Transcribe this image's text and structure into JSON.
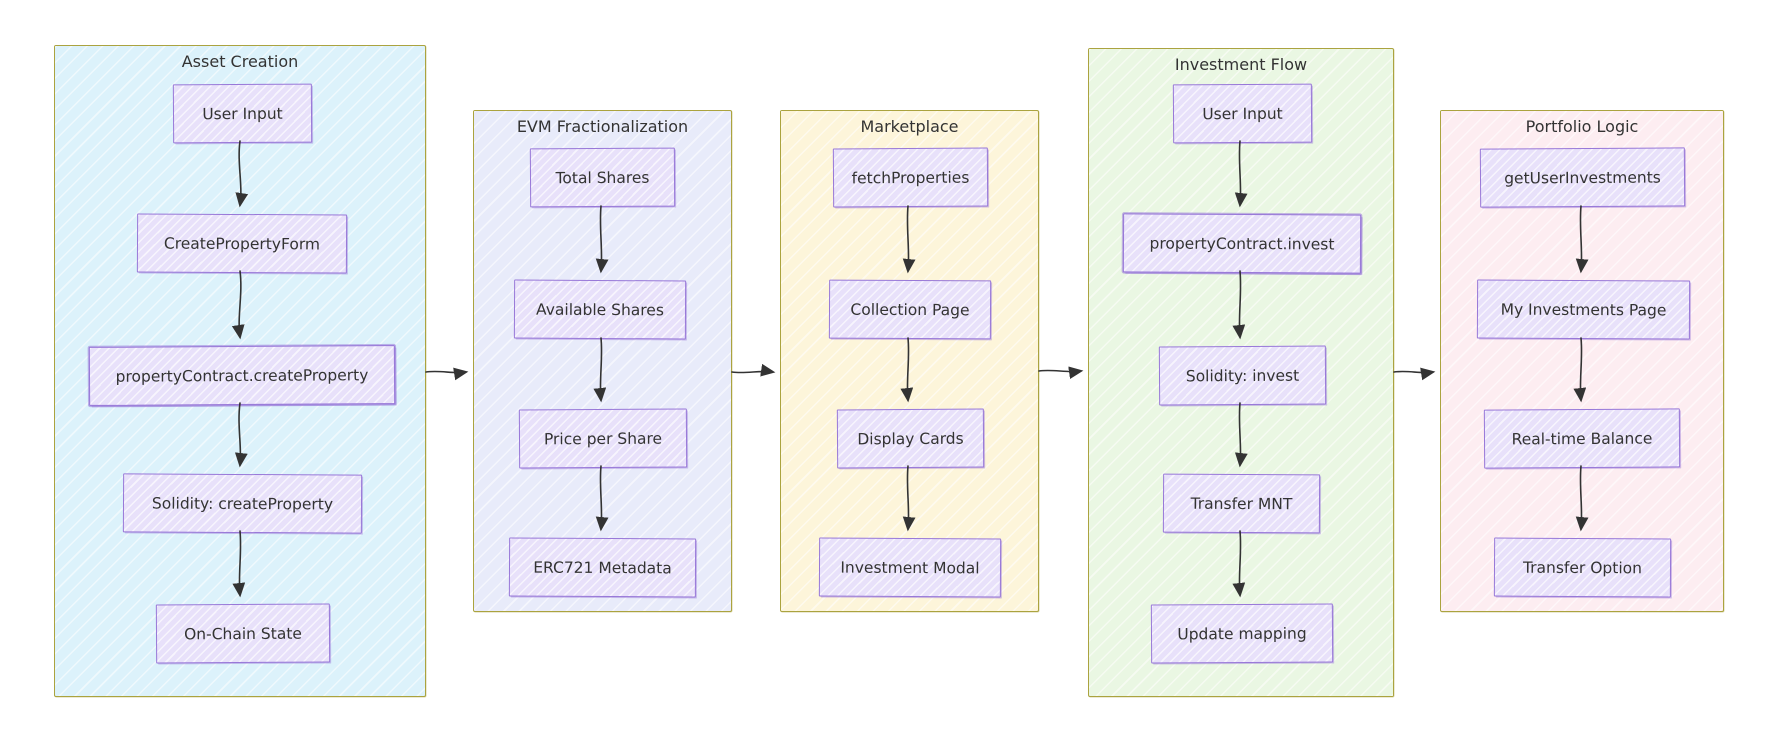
{
  "diagram": {
    "columns": [
      {
        "title": "Asset Creation",
        "nodes": [
          "User Input",
          "CreatePropertyForm",
          "propertyContract.createProperty",
          "Solidity: createProperty",
          "On-Chain State"
        ]
      },
      {
        "title": "EVM Fractionalization",
        "nodes": [
          "Total Shares",
          "Available Shares",
          "Price per Share",
          "ERC721 Metadata"
        ]
      },
      {
        "title": "Marketplace",
        "nodes": [
          "fetchProperties",
          "Collection Page",
          "Display Cards",
          "Investment Modal"
        ]
      },
      {
        "title": "Investment Flow",
        "nodes": [
          "User Input",
          "propertyContract.invest",
          "Solidity: invest",
          "Transfer MNT",
          "Update mapping"
        ]
      },
      {
        "title": "Portfolio Logic",
        "nodes": [
          "getUserInvestments",
          "My Investments Page",
          "Real-time Balance",
          "Transfer Option"
        ]
      }
    ],
    "colors": {
      "col1_bg": "#dcf2fb",
      "col2_bg": "#e8ebfa",
      "col3_bg": "#fdf5da",
      "col4_bg": "#eaf7e3",
      "col5_bg": "#fdedf1",
      "group_border": "#aba33f",
      "node_fill": "#e8e1fa",
      "node_border": "#9878d8",
      "arrow": "#333333",
      "text": "#333333"
    }
  }
}
